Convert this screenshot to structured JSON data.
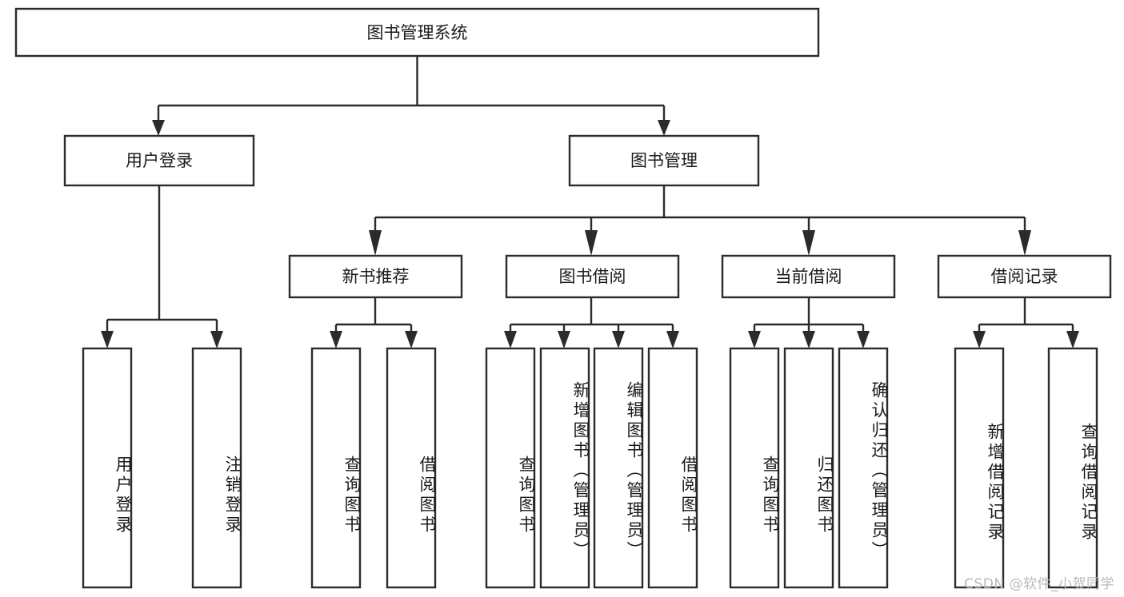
{
  "diagram": {
    "title": "图书管理系统",
    "type": "tree",
    "watermark": "CSDN @软件_小贺同学",
    "colors": {
      "stroke": "#2b2b2b",
      "fill": "#ffffff",
      "text": "#1b1b1b",
      "watermark": "#b9b9b9"
    },
    "root": {
      "id": "root",
      "label": "图书管理系统"
    },
    "level2": [
      {
        "id": "user-login",
        "label": "用户登录"
      },
      {
        "id": "book-manage",
        "label": "图书管理"
      }
    ],
    "level3": [
      {
        "id": "new-book-recommend",
        "label": "新书推荐",
        "parent": "book-manage"
      },
      {
        "id": "book-borrow",
        "label": "图书借阅",
        "parent": "book-manage"
      },
      {
        "id": "current-borrow",
        "label": "当前借阅",
        "parent": "book-manage"
      },
      {
        "id": "borrow-record",
        "label": "借阅记录",
        "parent": "book-manage"
      }
    ],
    "leaves": [
      {
        "id": "leaf-user-login",
        "label": "用户登录",
        "parent": "user-login"
      },
      {
        "id": "leaf-logout-login",
        "label": "注销登录",
        "parent": "user-login"
      },
      {
        "id": "leaf-query-book-1",
        "label": "查询图书",
        "parent": "new-book-recommend"
      },
      {
        "id": "leaf-borrow-book-1",
        "label": "借阅图书",
        "parent": "new-book-recommend"
      },
      {
        "id": "leaf-query-book-2",
        "label": "查询图书",
        "parent": "book-borrow"
      },
      {
        "id": "leaf-add-book",
        "label": "新增图书（管理员）",
        "parent": "book-borrow"
      },
      {
        "id": "leaf-edit-book",
        "label": "编辑图书（管理员）",
        "parent": "book-borrow"
      },
      {
        "id": "leaf-borrow-book-2",
        "label": "借阅图书",
        "parent": "book-borrow"
      },
      {
        "id": "leaf-query-book-3",
        "label": "查询图书",
        "parent": "current-borrow"
      },
      {
        "id": "leaf-return-book",
        "label": "归还图书",
        "parent": "current-borrow"
      },
      {
        "id": "leaf-confirm-return",
        "label": "确认归还（管理员）",
        "parent": "current-borrow"
      },
      {
        "id": "leaf-add-record",
        "label": "新增借阅记录",
        "parent": "borrow-record"
      },
      {
        "id": "leaf-query-record",
        "label": "查询借阅记录",
        "parent": "borrow-record"
      }
    ]
  }
}
